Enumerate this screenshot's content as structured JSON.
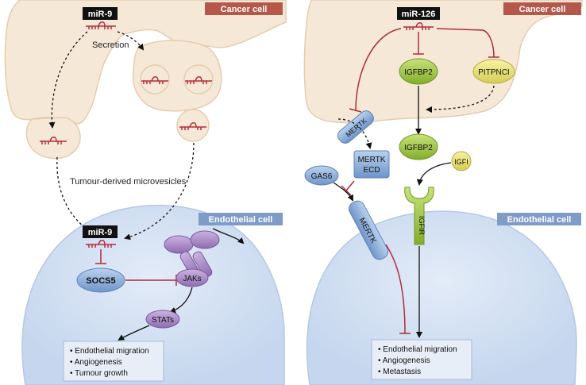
{
  "left": {
    "cell_label_top": "Cancer cell",
    "mirna_label": "miR-9",
    "secretion_label": "Secretion",
    "microvesicles_label": "Tumour-derived microvesicles",
    "cell_label_bottom": "Endothelial cell",
    "mirna_label_2": "miR-9",
    "socs5_label": "SOCS5",
    "jaks_label": "JAKs",
    "stats_label": "STATs",
    "outcomes": [
      "• Endothelial migration",
      "• Angiogenesis",
      "• Tumour growth"
    ]
  },
  "right": {
    "cell_label_top": "Cancer cell",
    "mirna_label": "miR-126",
    "igfbp2_label": "IGFBP2",
    "pitpnc1_label": "PITPNCI",
    "mertk_label": "MERTK",
    "igfbp2_secreted_label": "IGFBP2",
    "igfi_label": "IGFI",
    "mertk_ecd_line1": "MERTK",
    "mertk_ecd_line2": "ECD",
    "gas6_label": "GAS6",
    "mertk_receptor_label": "MERTK",
    "igfir_label": "IGFIR",
    "cell_label_bottom": "Endothelial cell",
    "outcomes": [
      "• Endothelial migration",
      "• Angiogenesis",
      "• Metastasis"
    ]
  },
  "colors": {
    "cancer_cell_fill": "#f6e8d6",
    "endothelial_fill": "#dbe6f5",
    "cancer_badge": "#b5584a",
    "endothelial_badge": "#7f9bc8",
    "inhibition": "#b32b3a",
    "mirna_badge": "#111111",
    "green_protein": "#9cc63d",
    "blue_protein": "#8fb2dd",
    "purple_protein": "#a98bc4"
  }
}
